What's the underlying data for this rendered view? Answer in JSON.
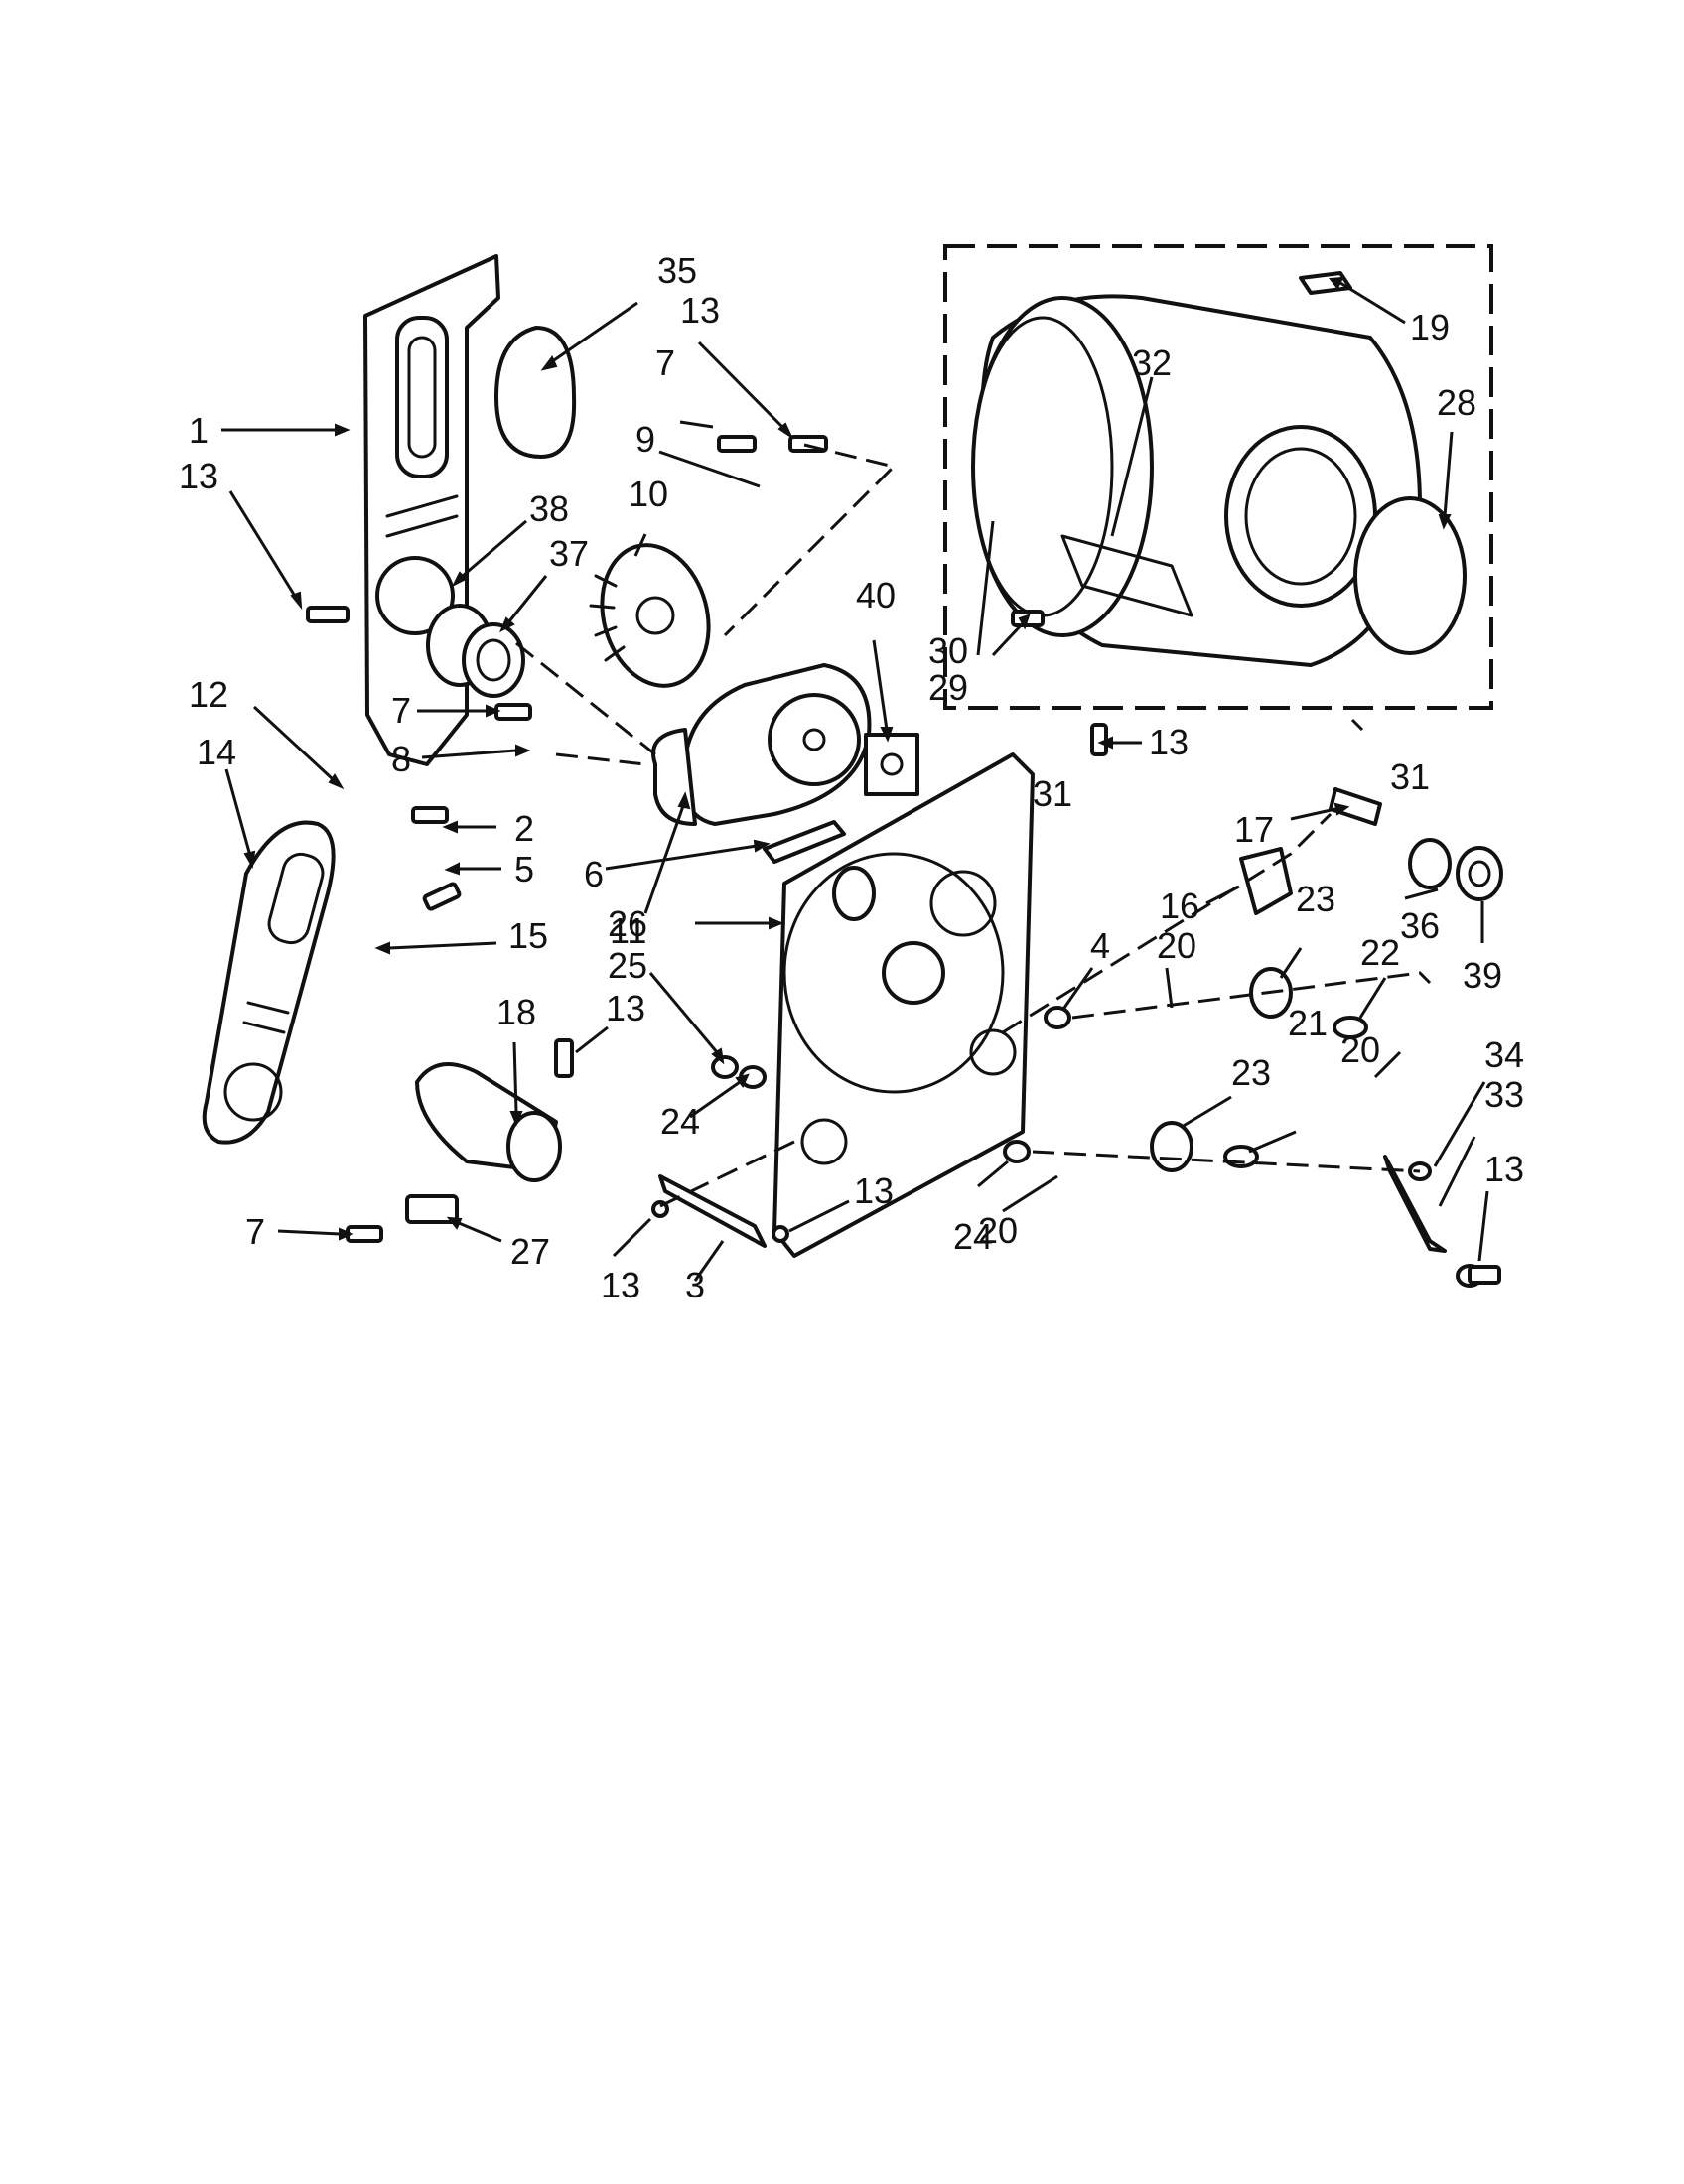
{
  "callouts": [
    {
      "label": "1"
    },
    {
      "label": "13"
    },
    {
      "label": "35"
    },
    {
      "label": "13"
    },
    {
      "label": "7"
    },
    {
      "label": "9"
    },
    {
      "label": "10"
    },
    {
      "label": "38"
    },
    {
      "label": "37"
    },
    {
      "label": "40"
    },
    {
      "label": "7"
    },
    {
      "label": "8"
    },
    {
      "label": "12"
    },
    {
      "label": "14"
    },
    {
      "label": "2"
    },
    {
      "label": "11"
    },
    {
      "label": "6"
    },
    {
      "label": "5"
    },
    {
      "label": "15"
    },
    {
      "label": "18"
    },
    {
      "label": "13"
    },
    {
      "label": "7"
    },
    {
      "label": "27"
    },
    {
      "label": "13"
    },
    {
      "label": "3"
    },
    {
      "label": "13"
    },
    {
      "label": "19"
    },
    {
      "label": "28"
    },
    {
      "label": "32"
    },
    {
      "label": "30"
    },
    {
      "label": "29"
    },
    {
      "label": "31"
    },
    {
      "label": "13"
    },
    {
      "label": "31"
    },
    {
      "label": "17"
    },
    {
      "label": "16"
    },
    {
      "label": "26"
    },
    {
      "label": "25"
    },
    {
      "label": "24"
    },
    {
      "label": "4"
    },
    {
      "label": "20"
    },
    {
      "label": "23"
    },
    {
      "label": "22"
    },
    {
      "label": "36"
    },
    {
      "label": "39"
    },
    {
      "label": "20"
    },
    {
      "label": "23"
    },
    {
      "label": "21"
    },
    {
      "label": "34"
    },
    {
      "label": "33"
    },
    {
      "label": "13"
    },
    {
      "label": "24"
    },
    {
      "label": "20"
    }
  ]
}
